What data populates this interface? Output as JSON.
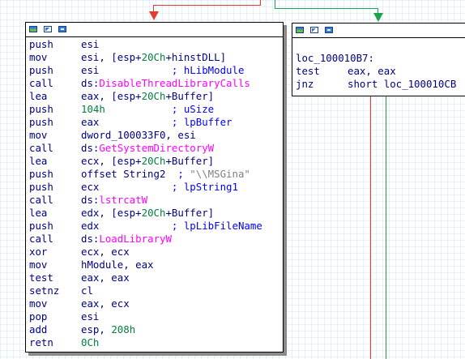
{
  "left_block": {
    "lines": [
      {
        "mnemonic": "push",
        "ops": [
          {
            "t": "esi"
          }
        ]
      },
      {
        "mnemonic": "mov",
        "ops": [
          {
            "t": "esi, [esp+"
          },
          {
            "t": "20Ch",
            "c": "num"
          },
          {
            "t": "+hinstDLL]"
          }
        ]
      },
      {
        "mnemonic": "push",
        "ops": [
          {
            "t": "esi"
          },
          {
            "t": "            ; hLibModule",
            "c": "cm"
          }
        ]
      },
      {
        "mnemonic": "call",
        "ops": [
          {
            "t": "ds:"
          },
          {
            "t": "DisableThreadLibraryCalls",
            "c": "fn"
          }
        ]
      },
      {
        "mnemonic": "lea",
        "ops": [
          {
            "t": "eax, [esp+"
          },
          {
            "t": "20Ch",
            "c": "num"
          },
          {
            "t": "+Buffer]"
          }
        ]
      },
      {
        "mnemonic": "push",
        "ops": [
          {
            "t": "104h",
            "c": "num"
          },
          {
            "t": "           ; uSize",
            "c": "cm"
          }
        ]
      },
      {
        "mnemonic": "push",
        "ops": [
          {
            "t": "eax"
          },
          {
            "t": "            ; lpBuffer",
            "c": "cm"
          }
        ]
      },
      {
        "mnemonic": "mov",
        "ops": [
          {
            "t": "dword_100033F0, esi"
          }
        ]
      },
      {
        "mnemonic": "call",
        "ops": [
          {
            "t": "ds:"
          },
          {
            "t": "GetSystemDirectoryW",
            "c": "fn"
          }
        ]
      },
      {
        "mnemonic": "lea",
        "ops": [
          {
            "t": "ecx, [esp+"
          },
          {
            "t": "20Ch",
            "c": "num"
          },
          {
            "t": "+Buffer]"
          }
        ]
      },
      {
        "mnemonic": "push",
        "ops": [
          {
            "t": "offset String2"
          },
          {
            "t": "  ; ",
            "c": "cm"
          },
          {
            "t": "\"\\\\MSGina\"",
            "c": "str"
          }
        ]
      },
      {
        "mnemonic": "push",
        "ops": [
          {
            "t": "ecx"
          },
          {
            "t": "            ; lpString1",
            "c": "cm"
          }
        ]
      },
      {
        "mnemonic": "call",
        "ops": [
          {
            "t": "ds:"
          },
          {
            "t": "lstrcatW",
            "c": "fn"
          }
        ]
      },
      {
        "mnemonic": "lea",
        "ops": [
          {
            "t": "edx, [esp+"
          },
          {
            "t": "20Ch",
            "c": "num"
          },
          {
            "t": "+Buffer]"
          }
        ]
      },
      {
        "mnemonic": "push",
        "ops": [
          {
            "t": "edx"
          },
          {
            "t": "            ; lpLibFileName",
            "c": "cm"
          }
        ]
      },
      {
        "mnemonic": "call",
        "ops": [
          {
            "t": "ds:"
          },
          {
            "t": "LoadLibraryW",
            "c": "fn"
          }
        ]
      },
      {
        "mnemonic": "xor",
        "ops": [
          {
            "t": "ecx, ecx"
          }
        ]
      },
      {
        "mnemonic": "mov",
        "ops": [
          {
            "t": "hModule, eax"
          }
        ]
      },
      {
        "mnemonic": "test",
        "ops": [
          {
            "t": "eax, eax"
          }
        ]
      },
      {
        "mnemonic": "setnz",
        "ops": [
          {
            "t": "cl"
          }
        ]
      },
      {
        "mnemonic": "mov",
        "ops": [
          {
            "t": "eax, ecx"
          }
        ]
      },
      {
        "mnemonic": "pop",
        "ops": [
          {
            "t": "esi"
          }
        ]
      },
      {
        "mnemonic": "add",
        "ops": [
          {
            "t": "esp, "
          },
          {
            "t": "208h",
            "c": "num"
          }
        ]
      },
      {
        "mnemonic": "retn",
        "ops": [
          {
            "t": "0Ch",
            "c": "num"
          }
        ]
      }
    ]
  },
  "right_block": {
    "label": "loc_100010B7:",
    "lines": [
      {
        "mnemonic": "test",
        "ops": [
          {
            "t": "eax, eax"
          }
        ]
      },
      {
        "mnemonic": "jnz",
        "ops": [
          {
            "t": "short loc_100010CB"
          }
        ]
      }
    ]
  },
  "colors": {
    "false_edge": "#e03c31",
    "true_edge": "#1ea24a",
    "function": "#ff00ff",
    "number": "#008040",
    "comment": "#0000ff"
  }
}
